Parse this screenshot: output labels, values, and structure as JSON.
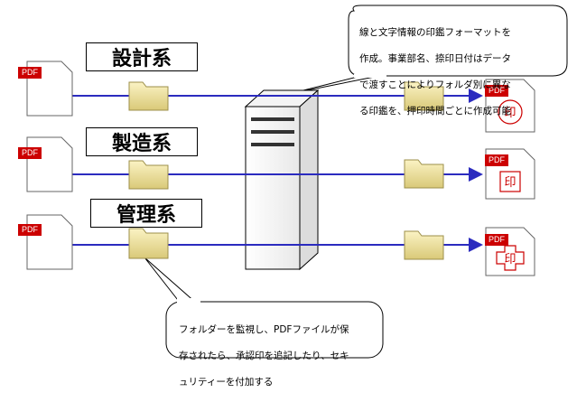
{
  "groups": [
    {
      "label": "設計系",
      "stamp": "circle"
    },
    {
      "label": "製造系",
      "stamp": "square"
    },
    {
      "label": "管理系",
      "stamp": "cross"
    }
  ],
  "pdf_label": "PDF",
  "stamp_char": "印",
  "callout_top": {
    "lines": [
      "線と文字情報の印鑑フォーマットを",
      "作成。事業部名、捺印日付はデータ",
      "で渡すことによりフォルダ別に異な",
      "る印鑑を、押印時間ごとに作成可能"
    ]
  },
  "callout_bottom": {
    "lines": [
      "フォルダーを監視し、PDFファイルが保",
      "存されたら、承認印を追記したり、セキ",
      "ュリティーを付加する"
    ]
  },
  "colors": {
    "arrow": "#2b2bbf",
    "pdf_tag": "#cc0000",
    "stamp": "#cc0000",
    "folder": "#f2e6a0",
    "folder_stroke": "#9c8f4a"
  }
}
